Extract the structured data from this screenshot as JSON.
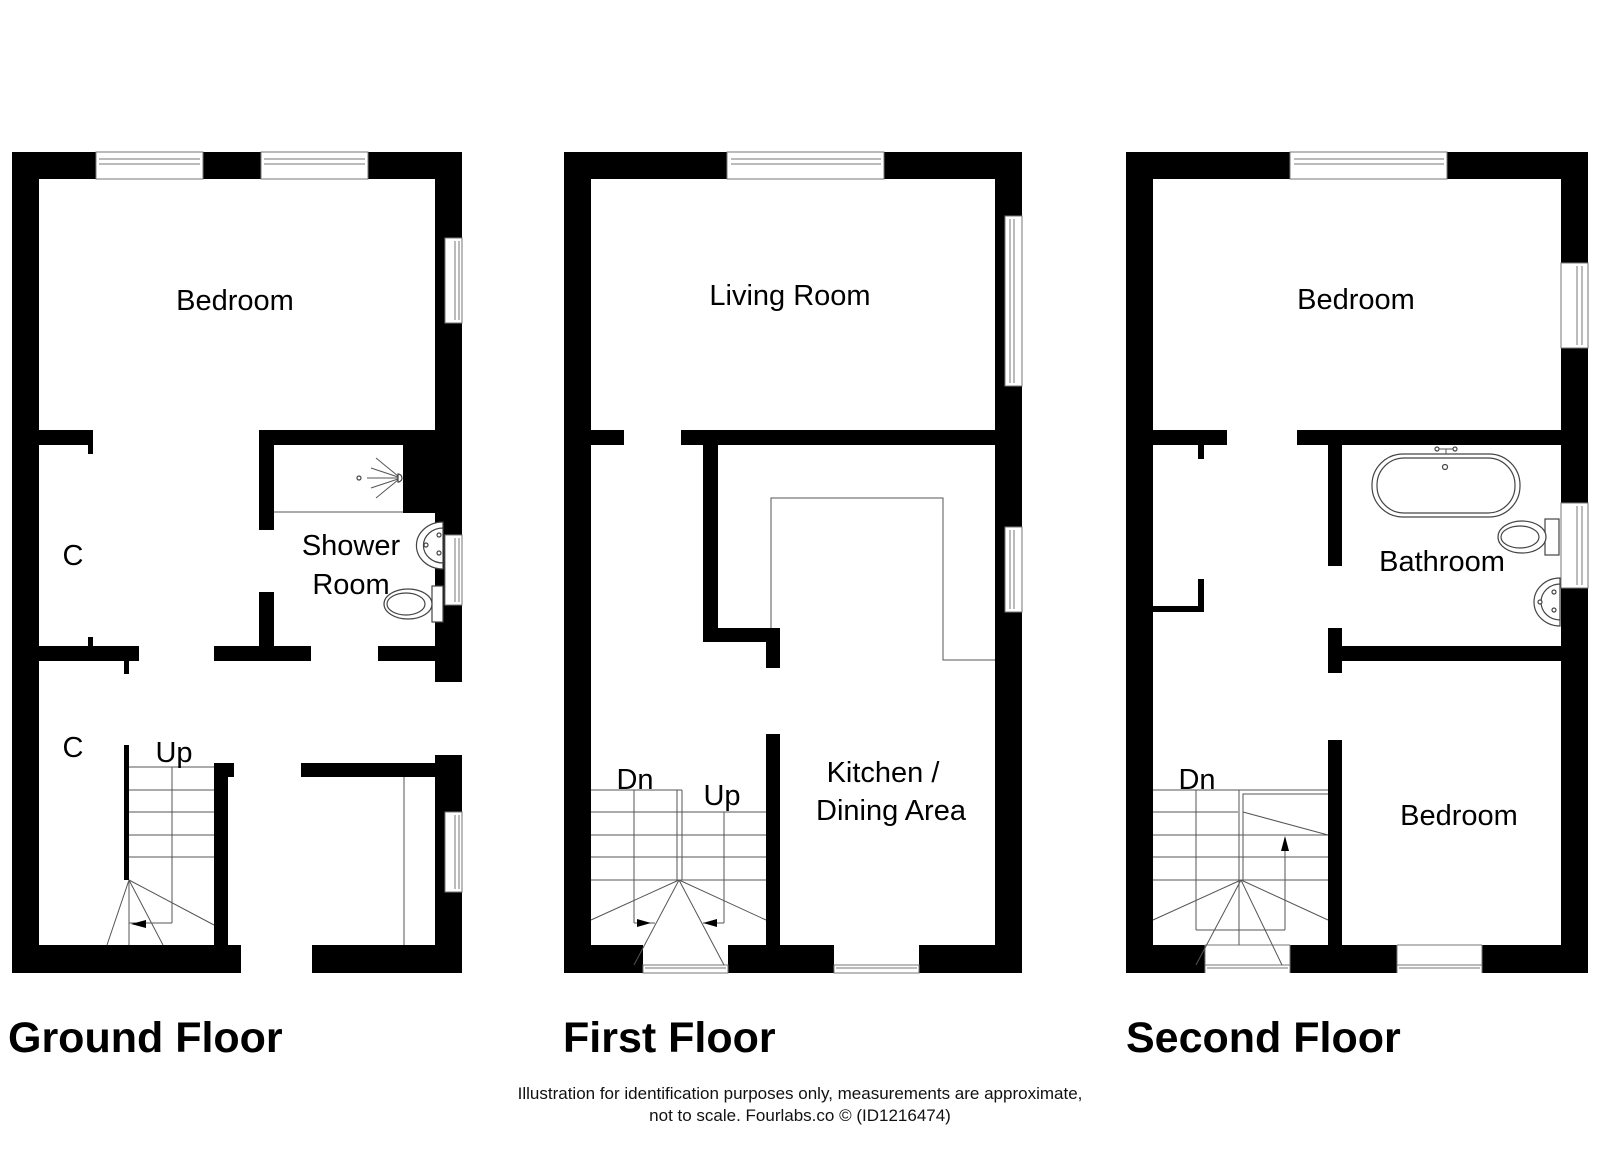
{
  "floors": [
    {
      "title": "Ground Floor",
      "rooms": [
        "Bedroom",
        "Shower Room"
      ],
      "labels": {
        "bedroom": "Bedroom",
        "shower_line1": "Shower",
        "shower_line2": "Room",
        "cupboard1": "C",
        "cupboard2": "C",
        "stairs": "Up"
      }
    },
    {
      "title": "First Floor",
      "rooms": [
        "Living Room",
        "Kitchen / Dining Area"
      ],
      "labels": {
        "living": "Living Room",
        "kitchen_line1": "Kitchen /",
        "kitchen_line2": "Dining Area",
        "stairs_down": "Dn",
        "stairs_up": "Up"
      }
    },
    {
      "title": "Second Floor",
      "rooms": [
        "Bedroom",
        "Bathroom",
        "Bedroom"
      ],
      "labels": {
        "bedroom_top": "Bedroom",
        "bathroom": "Bathroom",
        "bedroom_bottom": "Bedroom",
        "stairs_down": "Dn"
      }
    }
  ],
  "footer": {
    "line1": "Illustration for identification purposes only, measurements are approximate,",
    "line2": "not to scale. Fourlabs.co © (ID1216474)"
  },
  "colors": {
    "wall": "#000000",
    "background": "#ffffff",
    "fixture_line": "#444444"
  }
}
